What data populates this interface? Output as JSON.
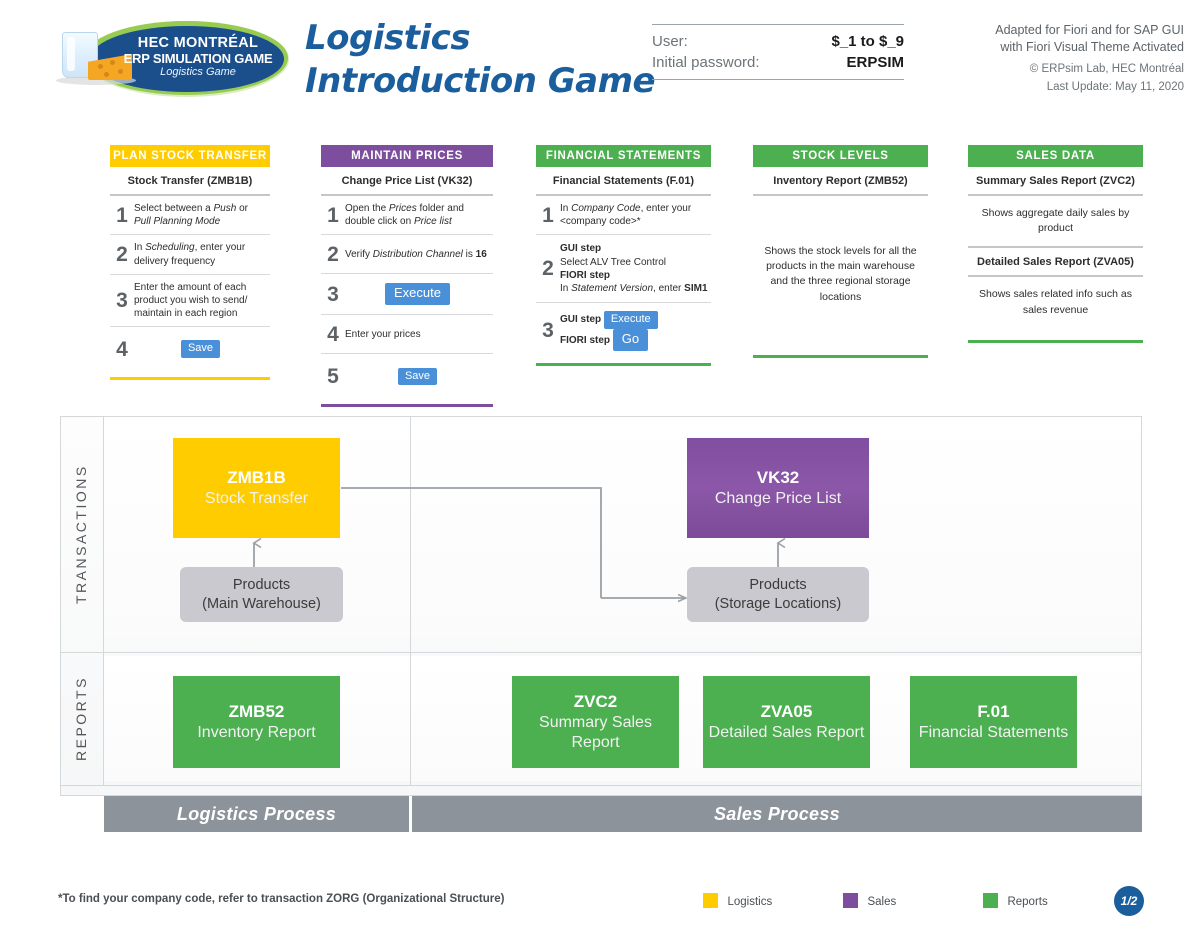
{
  "header": {
    "logo": {
      "line1": "HEC MONTRÉAL",
      "line2": "ERP SIMULATION GAME",
      "line3": "Logistics Game"
    },
    "title_line1": "Logistics",
    "title_line2": "Introduction Game",
    "user_label": "User:",
    "user_value": "$_1 to $_9",
    "password_label": "Initial password:",
    "password_value": "ERPSIM",
    "credit_line1": "Adapted for Fiori and for SAP GUI",
    "credit_line2": "with Fiori Visual Theme Activated",
    "copyright": "© ERPsim Lab, HEC Montréal",
    "last_update": "Last Update: May 11, 2020"
  },
  "cards": [
    {
      "id": "plan-stock-transfer",
      "title": "PLAN STOCK TRANSFER",
      "subtitle": "Stock Transfer (ZMB1B)",
      "color": "#FFCC00",
      "steps": [
        {
          "num": "1",
          "html": "Select between a <i>Push</i> or <i>Pull Planning Mode</i>"
        },
        {
          "num": "2",
          "html": "In <i>Scheduling</i>, enter your delivery frequency"
        },
        {
          "num": "3",
          "html": "Enter the amount of each product you wish to send/ maintain in each region"
        },
        {
          "num": "4",
          "button": "Save"
        }
      ]
    },
    {
      "id": "maintain-prices",
      "title": "MAINTAIN PRICES",
      "subtitle": "Change Price List (VK32)",
      "color": "#7E4E9E",
      "steps": [
        {
          "num": "1",
          "html": "Open the <i>Prices</i> folder and double click on <i>Price list</i>"
        },
        {
          "num": "2",
          "html": "Verify <i>Distribution Channel</i> is <b>16</b>"
        },
        {
          "num": "3",
          "button": "Execute"
        },
        {
          "num": "4",
          "html": "Enter your prices"
        },
        {
          "num": "5",
          "button": "Save"
        }
      ]
    },
    {
      "id": "financial-statements",
      "title": "FINANCIAL STATEMENTS",
      "subtitle": "Financial Statements (F.01)",
      "color": "#4CAF50",
      "steps": [
        {
          "num": "1",
          "html": "In <i>Company Code</i>, enter your &lt;company code&gt;*"
        },
        {
          "num": "2",
          "html": "<b>GUI step</b><br>Select ALV Tree Control<br><b>FIORI step</b><br>In <i>Statement Version</i>, enter <b>SIM1</b>"
        },
        {
          "num": "3",
          "html": "<b>GUI step</b> <span class=\"bluebtn\">Execute</span><br><b>FIORI step</b> <span class=\"bluebtn lg\">Go</span>"
        }
      ]
    },
    {
      "id": "stock-levels",
      "title": "STOCK LEVELS",
      "subtitle": "Inventory Report (ZMB52)",
      "color": "#4CAF50",
      "blurb": "Shows the stock levels for all the products in the main warehouse and the three regional storage locations"
    },
    {
      "id": "sales-data",
      "title": "SALES DATA",
      "subtitle": "Summary Sales Report (ZVC2)",
      "color": "#4CAF50",
      "blurb": "Shows aggregate daily sales by product",
      "subtitle2": "Detailed Sales Report (ZVA05)",
      "blurb2": "Shows sales related info such as sales revenue"
    }
  ],
  "diagram": {
    "row_transactions": "TRANSACTIONS",
    "row_reports": "REPORTS",
    "boxes": {
      "zmb1b": {
        "code": "ZMB1B",
        "name": "Stock Transfer",
        "color": "#FFCC00"
      },
      "vk32": {
        "code": "VK32",
        "name": "Change Price List",
        "color": "#7E4E9E"
      },
      "zmb52": {
        "code": "ZMB52",
        "name": "Inventory Report",
        "color": "#4CAF50"
      },
      "zvc2": {
        "code": "ZVC2",
        "name": "Summary Sales Report",
        "color": "#4CAF50"
      },
      "zva05": {
        "code": "ZVA05",
        "name": "Detailed Sales Report",
        "color": "#4CAF50"
      },
      "f01": {
        "code": "F.01",
        "name": "Financial Statements",
        "color": "#4CAF50"
      }
    },
    "data_boxes": {
      "main_warehouse_l1": "Products",
      "main_warehouse_l2": "(Main Warehouse)",
      "storage_locations_l1": "Products",
      "storage_locations_l2": "(Storage Locations)"
    },
    "process_logistics": "Logistics Process",
    "process_sales": "Sales Process"
  },
  "footer": {
    "footnote": "*To find your company code, refer to transaction ZORG (Organizational Structure)",
    "legend": [
      {
        "label": "Logistics",
        "color": "#FFCC00"
      },
      {
        "label": "Sales",
        "color": "#7E4E9E"
      },
      {
        "label": "Reports",
        "color": "#4CAF50"
      }
    ],
    "page": "1/2"
  }
}
